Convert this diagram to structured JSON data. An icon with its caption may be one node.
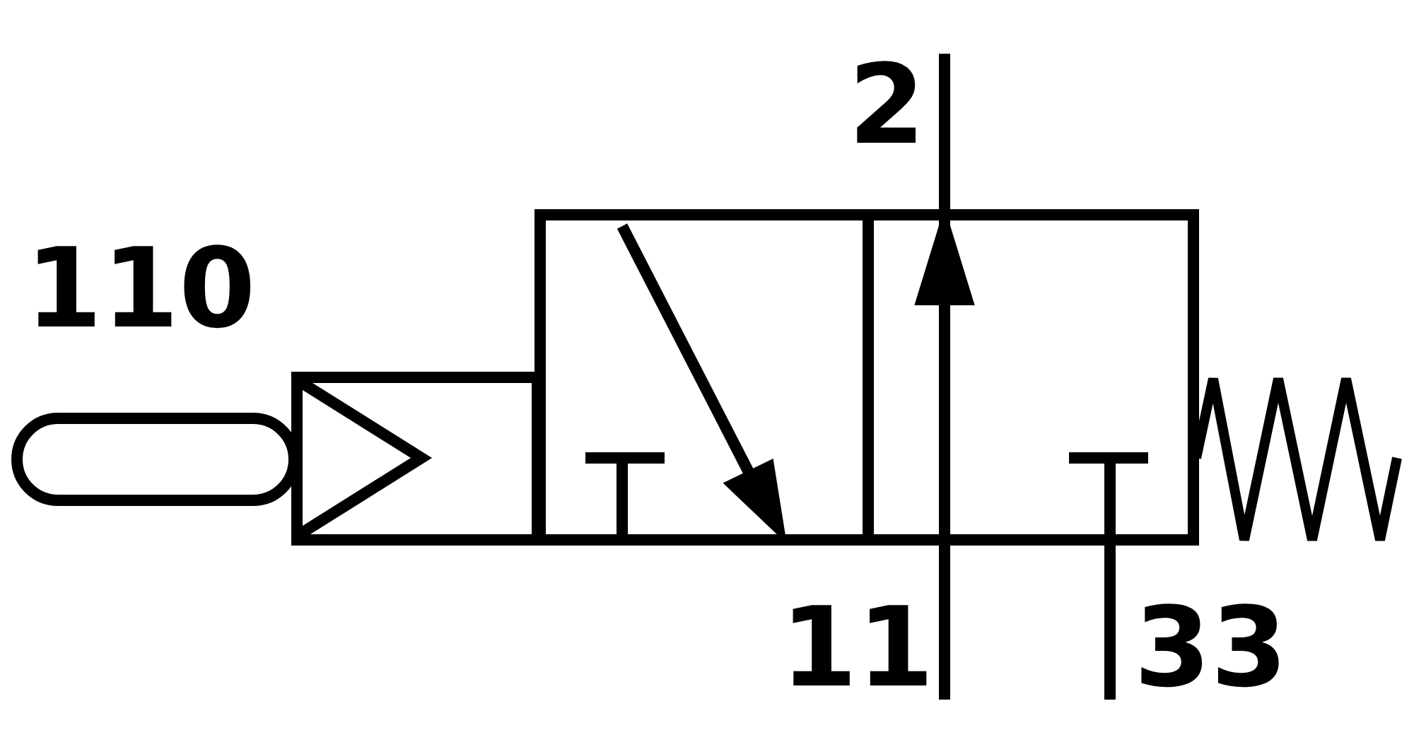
{
  "diagram": {
    "labels": [
      "2",
      "110",
      "11",
      "33"
    ]
  }
}
